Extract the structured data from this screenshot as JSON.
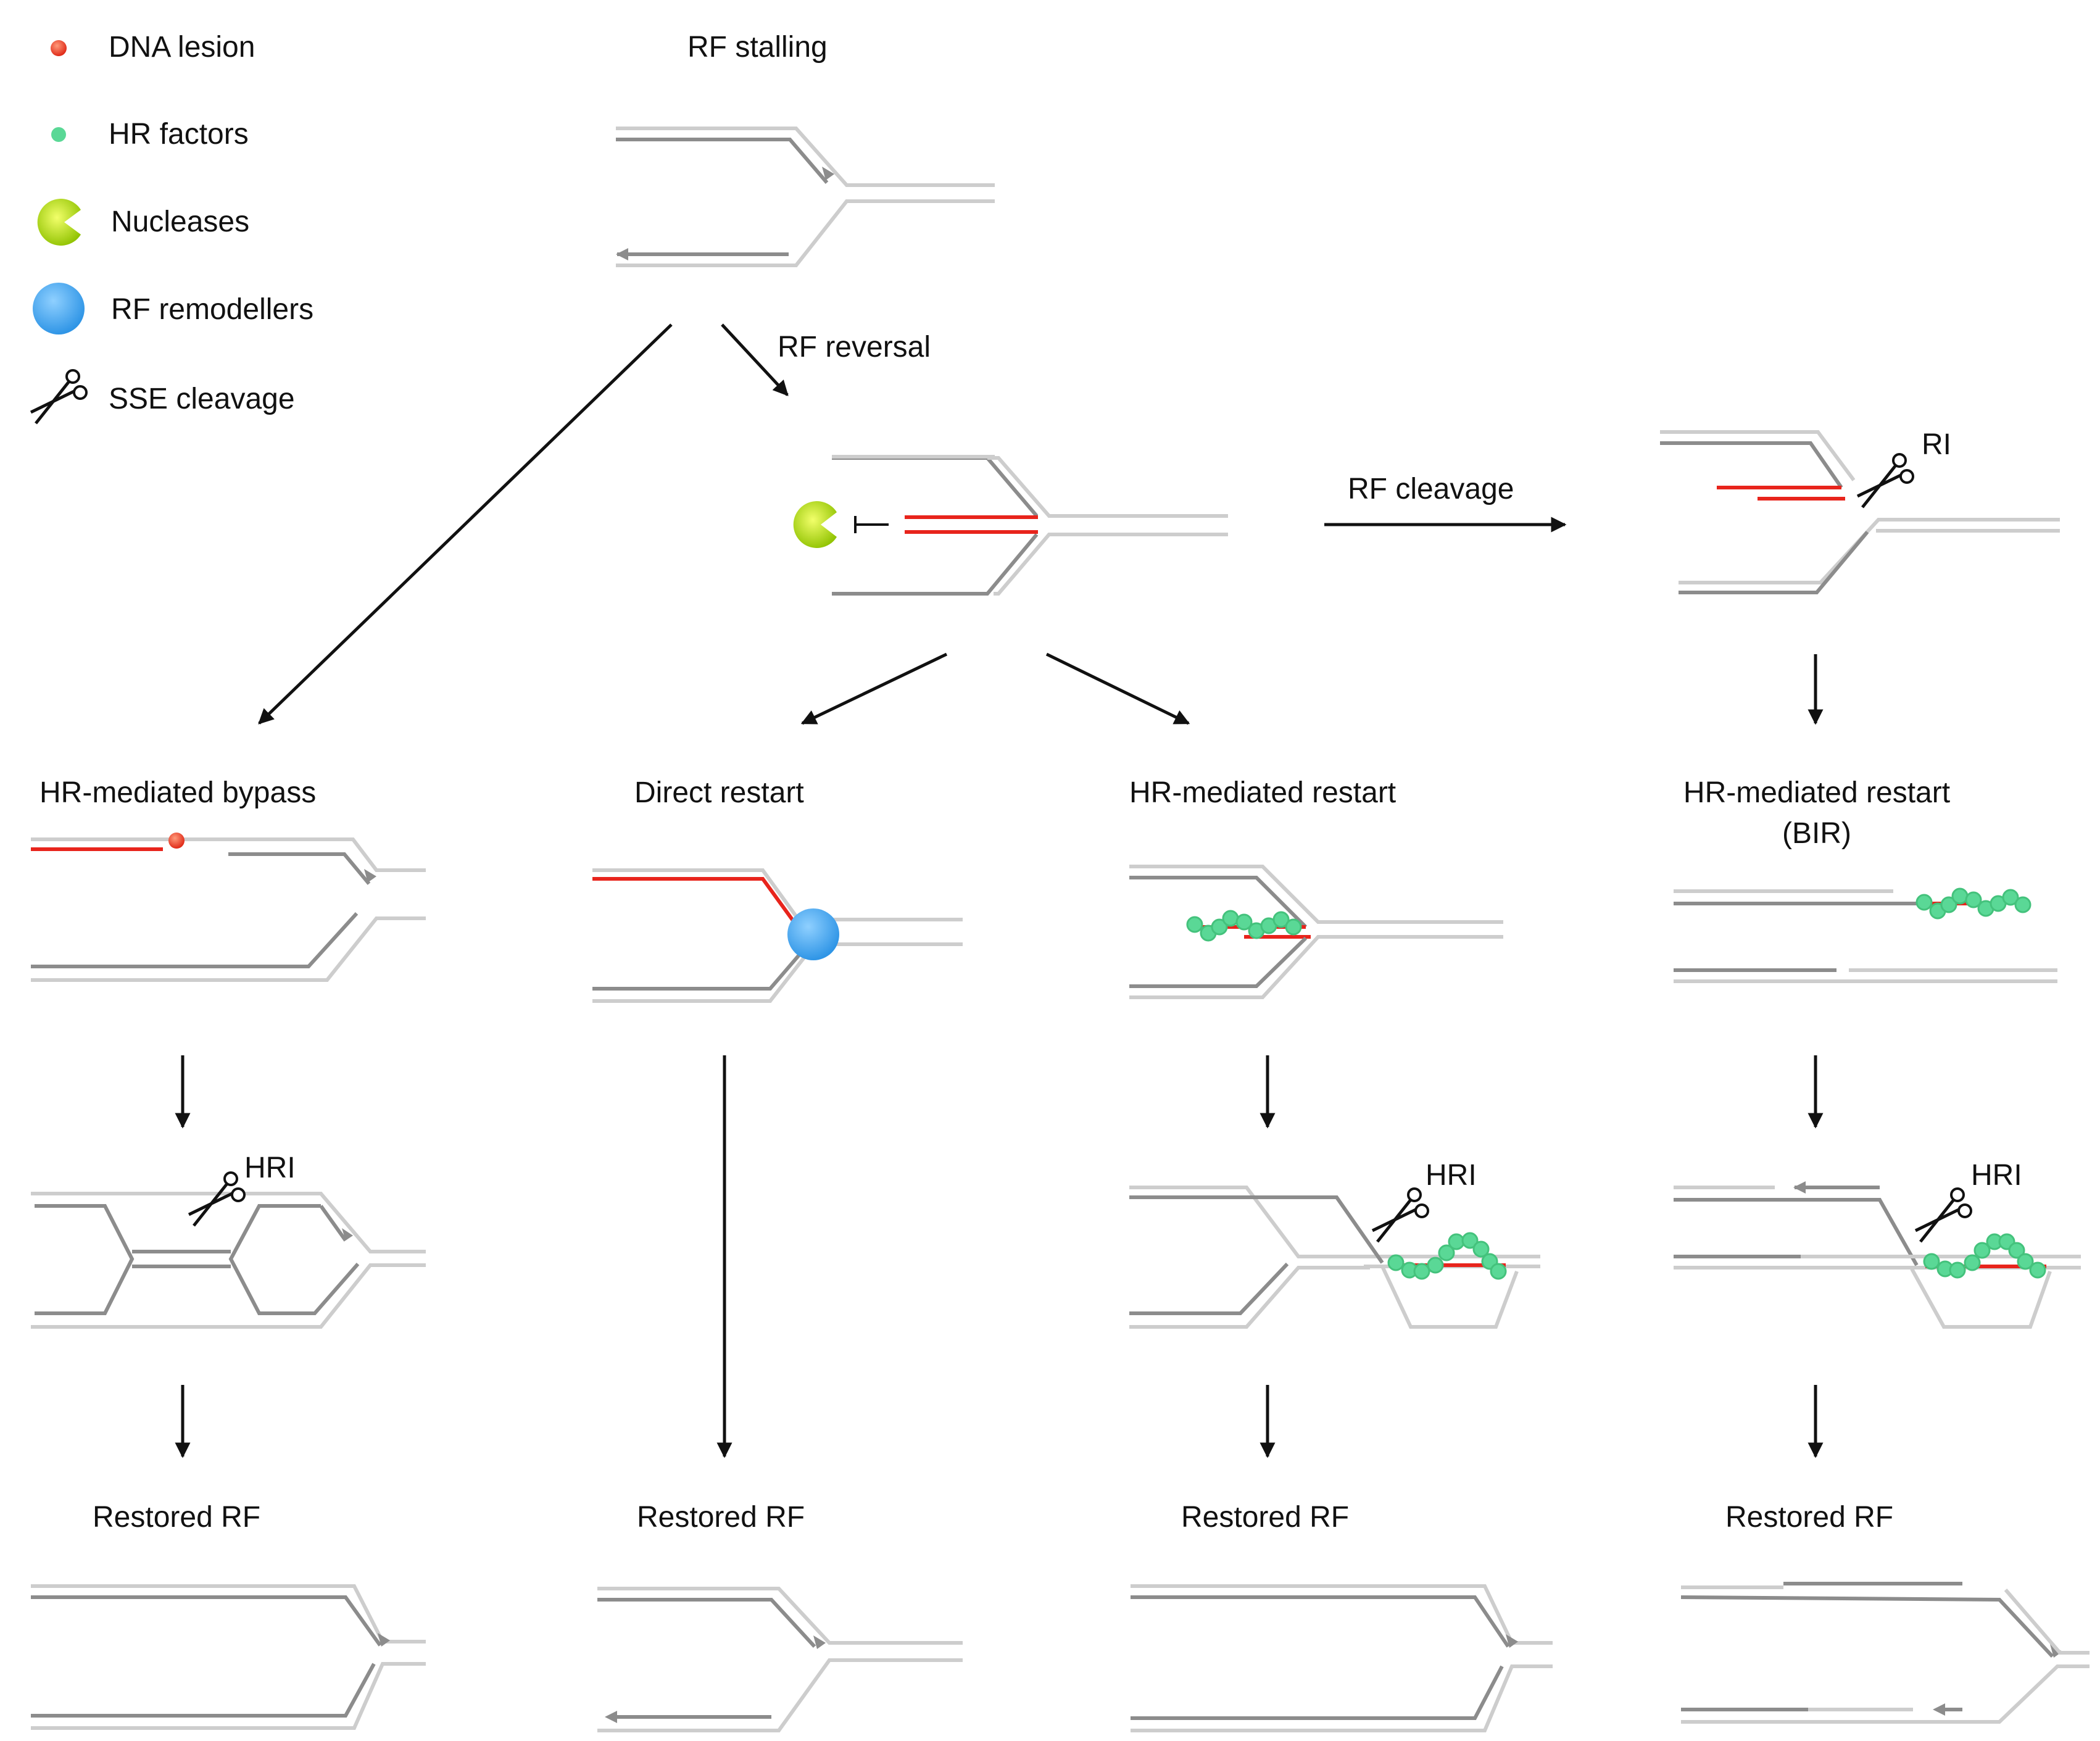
{
  "legend": {
    "items": [
      {
        "label": "DNA lesion",
        "icon": "dna-lesion-icon",
        "color": "#f04a2e"
      },
      {
        "label": "HR factors",
        "icon": "hr-factor-icon",
        "color": "#5ad896"
      },
      {
        "label": "Nucleases",
        "icon": "nuclease-icon",
        "color": "#a8d400"
      },
      {
        "label": "RF remodellers",
        "icon": "remodeller-icon",
        "color": "#44a8f0"
      },
      {
        "label": "SSE cleavage",
        "icon": "scissors-icon",
        "color": "#111111"
      }
    ]
  },
  "stages": {
    "rf_stalling": "RF stalling",
    "rf_reversal": "RF reversal",
    "rf_cleavage": "RF cleavage",
    "ri": "RI"
  },
  "pathways": {
    "hr_bypass": "HR-mediated bypass",
    "direct_restart": "Direct restart",
    "hr_restart": "HR-mediated restart",
    "hr_restart_bir_line1": "HR-mediated restart",
    "hr_restart_bir_line2": "(BIR)"
  },
  "intermediates": {
    "hri_1": "HRI",
    "hri_2": "HRI",
    "hri_3": "HRI"
  },
  "outcomes": {
    "restored_1": "Restored RF",
    "restored_2": "Restored RF",
    "restored_3": "Restored RF",
    "restored_4": "Restored RF"
  },
  "colors": {
    "parental_strand": "#cdcdcd",
    "nascent_strand": "#8c8c8c",
    "nascent_highlight": "#e8241c",
    "arrow": "#111111"
  }
}
